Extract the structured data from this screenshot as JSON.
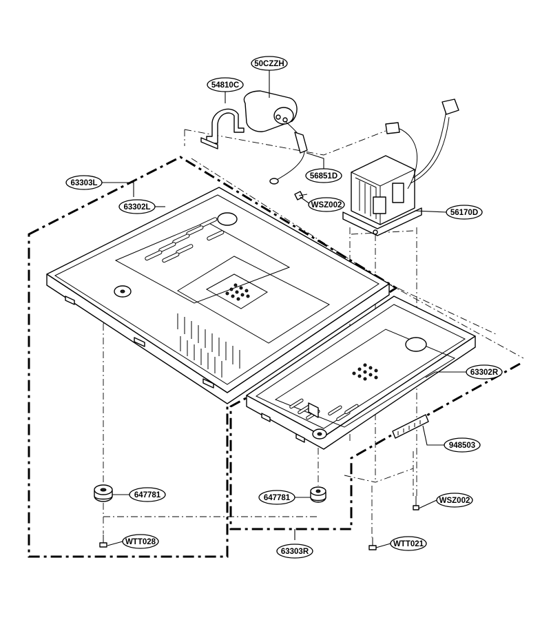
{
  "labels": {
    "cap": "50CZZH",
    "clamp": "54810C",
    "wire": "56851D",
    "screw_top": "WSZ002",
    "transformer": "56170D",
    "cover_left": "63303L",
    "base_left": "63302L",
    "base_right": "63302R",
    "strip": "948503",
    "foot_left": "647781",
    "foot_right": "647781",
    "screw_right": "WSZ002",
    "screw_left_bottom": "WTT028",
    "cover_right": "63303R",
    "screw_right_bottom": "WTT021"
  }
}
